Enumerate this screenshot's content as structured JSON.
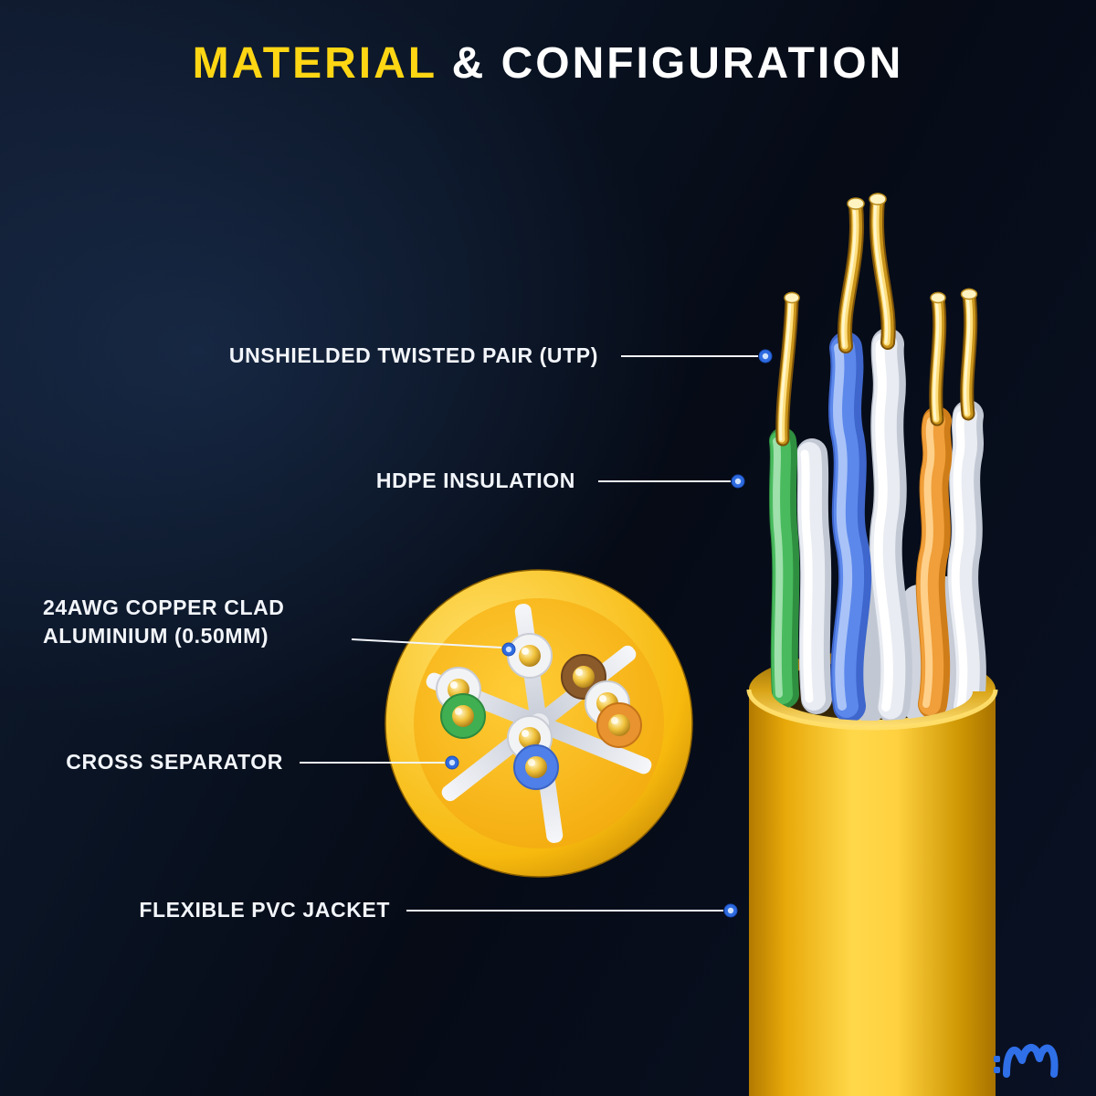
{
  "title": {
    "highlight": "MATERIAL",
    "rest": "& CONFIGURATION"
  },
  "callouts": [
    {
      "id": "utp",
      "label": "UNSHIELDED TWISTED PAIR (UTP)"
    },
    {
      "id": "hdpe",
      "label": "HDPE INSULATION"
    },
    {
      "id": "awg",
      "label": "24AWG COPPER CLAD ALUMINIUM (0.50MM)"
    },
    {
      "id": "cross",
      "label": "CROSS SEPARATOR"
    },
    {
      "id": "jacket",
      "label": "FLEXIBLE PVC JACKET"
    }
  ],
  "colors": {
    "background": "#070c16",
    "accent_yellow": "#ffd614",
    "leader_blue": "#2e6be0",
    "jacket_yellow": "#ffc61d",
    "wire_blue": "#4f7fe8",
    "wire_orange": "#e8932f",
    "wire_green": "#3faf52",
    "wire_brown": "#8a5a2b",
    "insulation_white": "#eef0f4",
    "copper_gold": "#d9a520"
  },
  "wire_pairs": [
    "blue",
    "orange",
    "green",
    "brown"
  ]
}
